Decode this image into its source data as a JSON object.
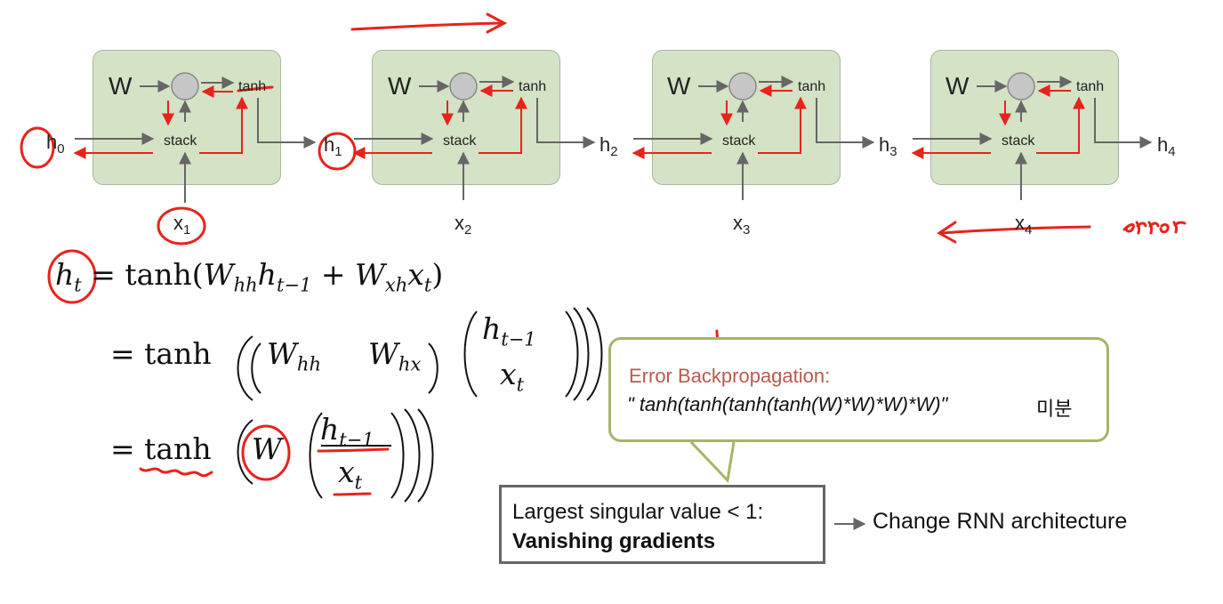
{
  "cells": [
    {
      "W": "W",
      "tanh": "tanh",
      "stack": "stack",
      "h_in": "h",
      "h_in_sub": "0",
      "h_out": "h",
      "h_out_sub": "1",
      "x": "x",
      "x_sub": "1"
    },
    {
      "W": "W",
      "tanh": "tanh",
      "stack": "stack",
      "h_out": "h",
      "h_out_sub": "2",
      "x": "x",
      "x_sub": "2"
    },
    {
      "W": "W",
      "tanh": "tanh",
      "stack": "stack",
      "h_out": "h",
      "h_out_sub": "3",
      "x": "x",
      "x_sub": "3"
    },
    {
      "W": "W",
      "tanh": "tanh",
      "stack": "stack",
      "h_out": "h",
      "h_out_sub": "4",
      "x": "x",
      "x_sub": "4"
    }
  ],
  "equations": {
    "line1_lhs": "h",
    "line1_lhs_sub": "t",
    "line1_rhs_prefix": "= tanh(",
    "line1_w1": "W",
    "line1_w1_sub": "hh",
    "line1_h": "h",
    "line1_h_sub": "t−1",
    "line1_plus": " + ",
    "line1_w2": "W",
    "line1_w2_sub": "xh",
    "line1_x": "x",
    "line1_x_sub": "t",
    "line1_close": ")",
    "line2_prefix": "= tanh",
    "line2_w1": "W",
    "line2_w1_sub": "hh",
    "line2_w2": "W",
    "line2_w2_sub": "hx",
    "line2_vec_top": "h",
    "line2_vec_top_sub": "t−1",
    "line2_vec_bottom": "x",
    "line2_vec_bottom_sub": "t",
    "line3_prefix": "= ",
    "line3_tanh": "tanh",
    "line3_W": "W",
    "line3_vec_top": "h",
    "line3_vec_top_sub": "t−1",
    "line3_vec_bottom": "x",
    "line3_vec_bottom_sub": "t"
  },
  "callout": {
    "title": "Error Backpropagation:",
    "expression": "\" tanh(tanh(tanh(tanh(W)*W)*W)*W)\"",
    "korean": "미분"
  },
  "result": {
    "line1": "Largest singular value < 1:",
    "line2": "Vanishing gradients",
    "consequence": "Change RNN architecture"
  },
  "handwriting": {
    "error_word": "error"
  },
  "colors": {
    "cell_fill": "#d4e2c6",
    "arrow_gray": "#666666",
    "arrow_red": "#e8231c",
    "callout_border": "#a7b46a",
    "callout_title": "#b85a4e"
  }
}
